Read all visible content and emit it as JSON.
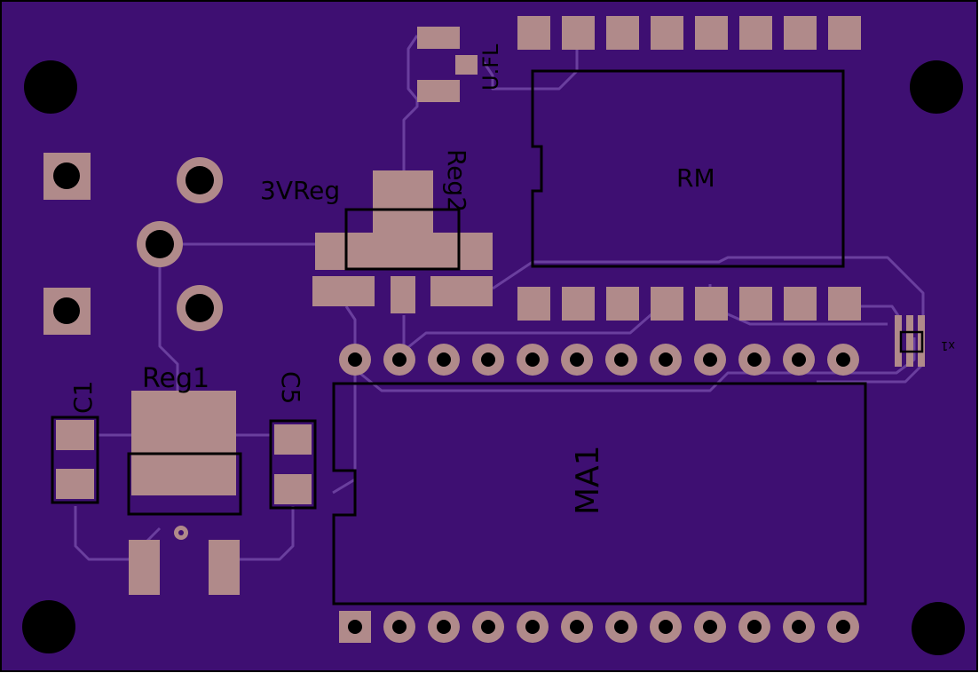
{
  "board": {
    "colors": {
      "substrate": "#3e0f72",
      "trace": "#6a3f9e",
      "pad": "#b08a8a",
      "silkscreen": "#000000",
      "hole": "#000000"
    }
  },
  "labels": {
    "ufl": "U.FL",
    "threevreg": "3VReg",
    "reg2": "Reg2",
    "rm": "RM",
    "reg1": "Reg1",
    "c1": "C1",
    "c5": "C5",
    "ma1": "MA1",
    "x1": "x1"
  }
}
